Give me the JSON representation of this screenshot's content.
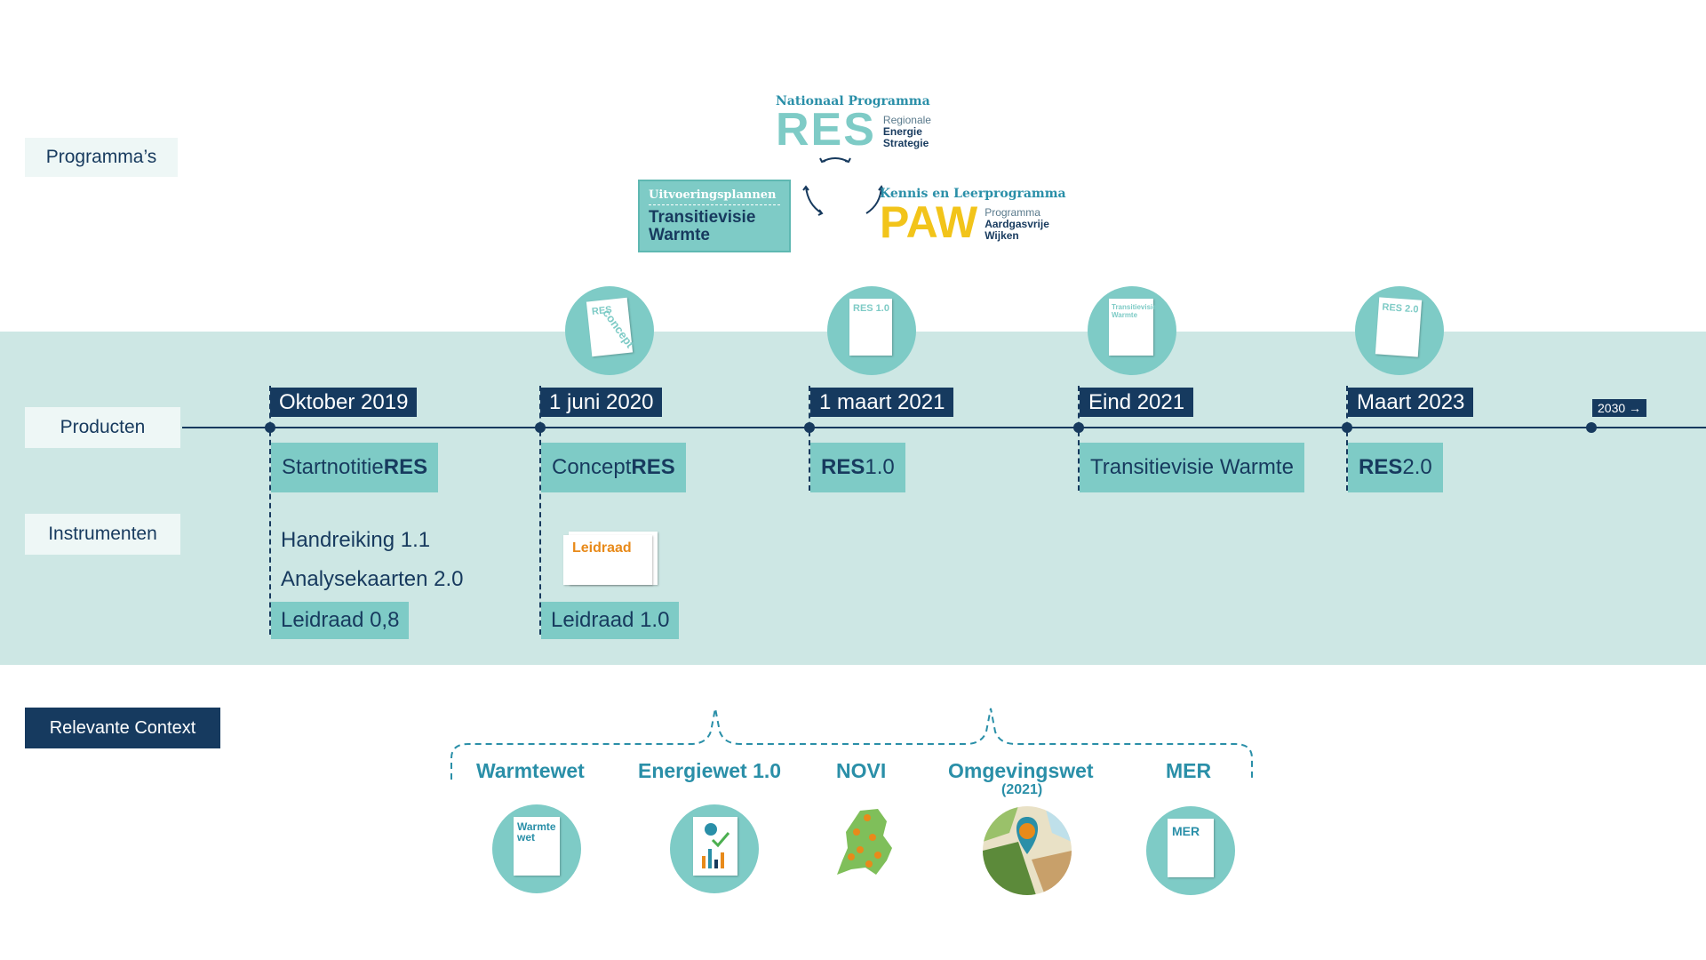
{
  "rows": {
    "programmas": "Programma’s",
    "producten": "Producten",
    "instrumenten": "Instrumenten",
    "context": "Relevante Context"
  },
  "programmes": {
    "res": {
      "top": "Nationaal Programma",
      "big": "RES",
      "sub1": "Regionale",
      "sub2": "Energie",
      "sub3": "Strategie"
    },
    "uitvoering": {
      "top": "Uitvoeringsplannen",
      "line1": "Transitievisie",
      "line2": "Warmte"
    },
    "paw": {
      "top": "Kennis en Leerprogramma",
      "big": "PAW",
      "sub1": "Programma",
      "sub2": "Aardgasvrije",
      "sub3": "Wijken"
    }
  },
  "milestones": [
    {
      "date": "Oktober 2019",
      "product_pre": "Startnotitie ",
      "product_bold": "RES",
      "product_post": ""
    },
    {
      "date": "1 juni 2020",
      "product_pre": "Concept ",
      "product_bold": "RES",
      "product_post": "",
      "icon_label": "RES",
      "stamp": "concept"
    },
    {
      "date": "1 maart 2021",
      "product_pre": "",
      "product_bold": "RES",
      "product_post": " 1.0",
      "icon_label": "RES 1.0"
    },
    {
      "date": "Eind 2021",
      "product_pre": "Transitievisie Warmte",
      "product_bold": "",
      "product_post": "",
      "icon_label": "Transitievisie Warmte"
    },
    {
      "date": "Maart 2023",
      "product_pre": "",
      "product_bold": "RES",
      "product_post": " 2.0",
      "icon_label": "RES 2.0"
    }
  ],
  "future_marker": "2030 →",
  "instruments": {
    "col1": [
      "Handreiking 1.1",
      "Analysekaarten 2.0",
      "Leidraad 0,8"
    ],
    "col2": {
      "doc_label": "Leidraad",
      "item": "Leidraad 1.0"
    }
  },
  "context_items": [
    {
      "label": "Warmtewet",
      "icon": "document-icon",
      "icon_text": "Warmte wet"
    },
    {
      "label": "Energiewet 1.0",
      "icon": "chart-document-icon"
    },
    {
      "label": "NOVI",
      "icon": "netherlands-map-icon"
    },
    {
      "label": "Omgevingswet",
      "sub": "(2021)",
      "icon": "map-pin-icon"
    },
    {
      "label": "MER",
      "icon": "document-icon",
      "icon_text": "MER"
    }
  ],
  "colors": {
    "navy": "#163a5f",
    "teal": "#7ecbc6",
    "band": "#cde7e4",
    "label_bg": "#eef7f6",
    "context_blue": "#2a8fa8",
    "paw_yellow": "#f2c41a",
    "orange": "#e88a1a"
  }
}
